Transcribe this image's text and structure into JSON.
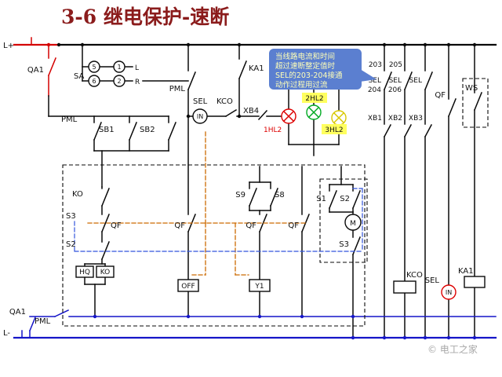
{
  "colors": {
    "title": "#8b1c1c",
    "positive": "#d40000",
    "negative": "#1515c8",
    "link": "#cc6a00",
    "link2": "#3355dd",
    "lamp-red": "#dd0000",
    "lamp-green": "#00aa22",
    "lamp-yellow": "#d8c800",
    "callout-bg": "#5b7fd0",
    "callout-text": "#ffffb8",
    "hl-bg": "#ffff5e",
    "watermark": "#a8a8a8"
  },
  "title": "3-6  继电保护-速断",
  "callout": {
    "line1": "当线路电流和时间",
    "line2": "超过速断整定值时",
    "line3": "SEL的203-204接通",
    "line4": "动作过程用过流"
  },
  "watermark": "© 电工之家",
  "labels": {
    "lplus": "L+",
    "lminus": "L-",
    "qa1_top": "QA1",
    "qa1_bot": "QA1",
    "sa": "SA",
    "c5": "5",
    "c1": "1",
    "c6": "6",
    "c2": "2",
    "dl": "L",
    "dr": "R",
    "pml_top": "PML",
    "pml_left": "PML",
    "pml_bot": "PML",
    "sb1": "SB1",
    "sb2": "SB2",
    "sel_mid": "SEL",
    "kco_mid": "KCO",
    "in_mid": "IN",
    "ka1_top": "KA1",
    "xb4": "XB4",
    "hl1": "1HL2",
    "hl2": "2HL2",
    "hl3": "3HL2",
    "n203": "203",
    "n205": "205",
    "n204": "204",
    "n206": "206",
    "sel1": "SEL",
    "sel2": "SEL",
    "sel3": "SEL",
    "xb1": "XB1",
    "xb2": "XB2",
    "xb3": "XB3",
    "qf_top": "QF",
    "ws": "WS",
    "ko1": "KO",
    "s3a": "S3",
    "s2a": "S2",
    "qf1": "QF",
    "qf2": "QF",
    "qf3": "QF",
    "qf4": "QF",
    "hq": "HQ",
    "ko2": "KO",
    "off": "OFF",
    "y1": "Y1",
    "s9": "S9",
    "s8": "S8",
    "s1": "S1",
    "s2b": "S2",
    "s3b": "S3",
    "m": "M",
    "kco_bot": "KCO",
    "sel_bot": "SEL",
    "ka1_bot": "KA1",
    "in_bot": "IN"
  }
}
